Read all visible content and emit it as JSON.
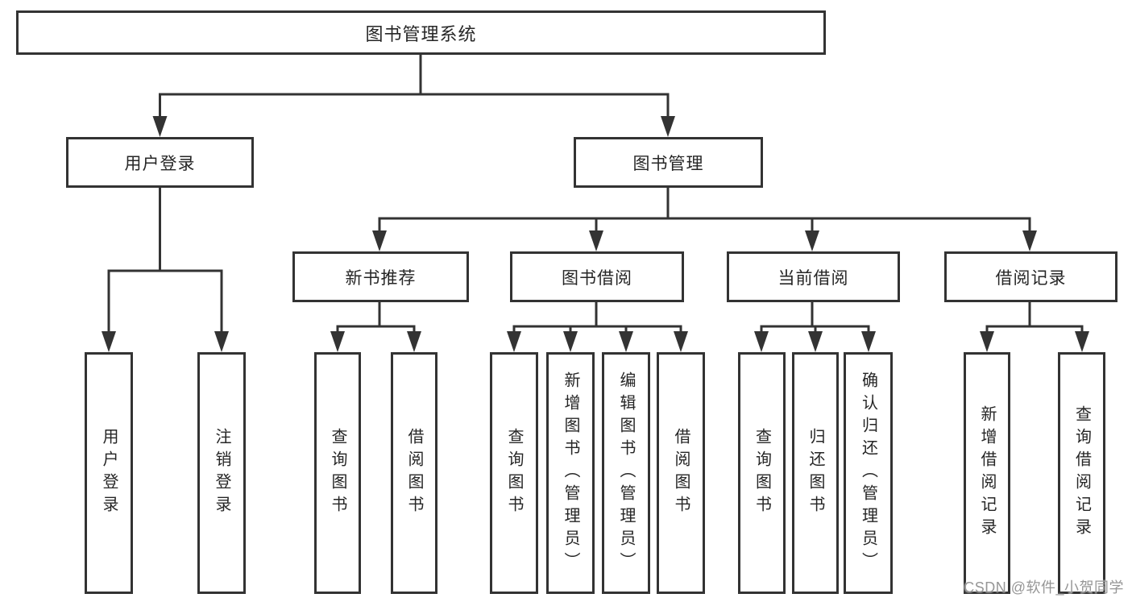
{
  "tree": {
    "root": {
      "label": "图书管理系统"
    },
    "branches": [
      {
        "label": "用户登录",
        "children": [
          {
            "label": "用户登录"
          },
          {
            "label": "注销登录"
          }
        ]
      },
      {
        "label": "图书管理",
        "children": [
          {
            "label": "新书推荐",
            "children": [
              {
                "label": "查询图书"
              },
              {
                "label": "借阅图书"
              }
            ]
          },
          {
            "label": "图书借阅",
            "children": [
              {
                "label": "查询图书"
              },
              {
                "label": "新增图书（管理员）"
              },
              {
                "label": "编辑图书（管理员）"
              },
              {
                "label": "借阅图书"
              }
            ]
          },
          {
            "label": "当前借阅",
            "children": [
              {
                "label": "查询图书"
              },
              {
                "label": "归还图书"
              },
              {
                "label": "确认归还（管理员）"
              }
            ]
          },
          {
            "label": "借阅记录",
            "children": [
              {
                "label": "新增借阅记录"
              },
              {
                "label": "查询借阅记录"
              }
            ]
          }
        ]
      }
    ]
  },
  "watermark": {
    "text": "CSDN @软件_小贺同学"
  },
  "colors": {
    "line": "#333333",
    "text": "#262626",
    "background": "#ffffff",
    "watermark": "#969696"
  }
}
